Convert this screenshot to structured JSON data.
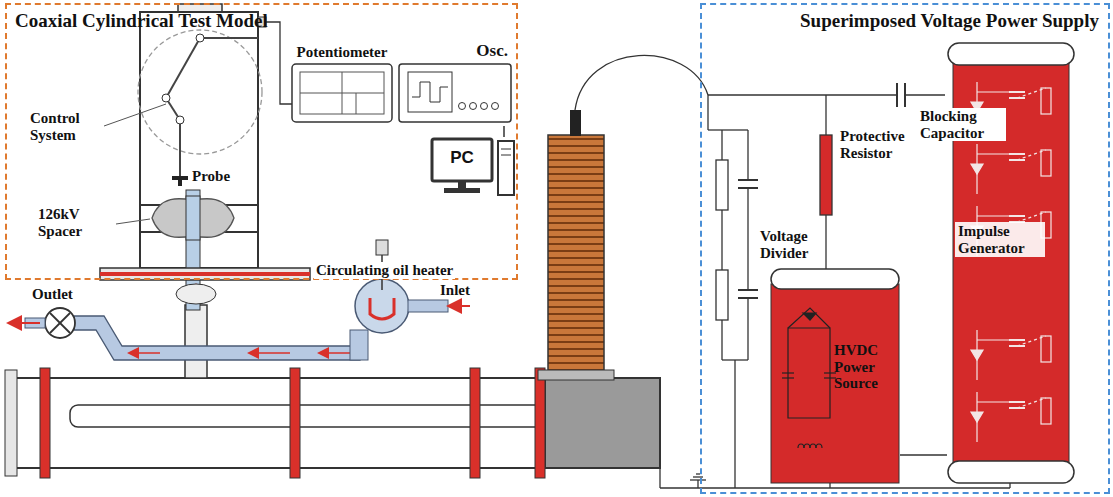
{
  "diagram": {
    "nodes": [
      {
        "text": [
          "Coaxial Cylindrical Test Model"
        ]
      },
      {
        "text": [
          "Potentiometer"
        ],
        "in": 0
      },
      {
        "text": [
          "Osc."
        ],
        "in": 0
      },
      {
        "text": [
          "PC"
        ],
        "in": 0
      },
      {
        "text": [
          "Superimposed Voltage Power Supply"
        ]
      },
      {
        "text": [
          "HVDC Power Source"
        ],
        "in": 4
      },
      {
        "text": [
          "Impulse Generator"
        ],
        "in": 4
      }
    ],
    "edges": [
      {
        "from": 1,
        "to": 2,
        "arrow": "none"
      },
      {
        "from": 2,
        "to": 3,
        "arrow": "none"
      },
      {
        "from": 5,
        "to": 6,
        "arrow": "none"
      }
    ],
    "labels": [
      "Control System",
      "Probe",
      "126kV Spacer",
      "Outlet",
      "Circulating oil heater",
      "Inlet",
      "Voltage Divider",
      "Protective Resistor",
      "Blocking Capacitor"
    ]
  }
}
